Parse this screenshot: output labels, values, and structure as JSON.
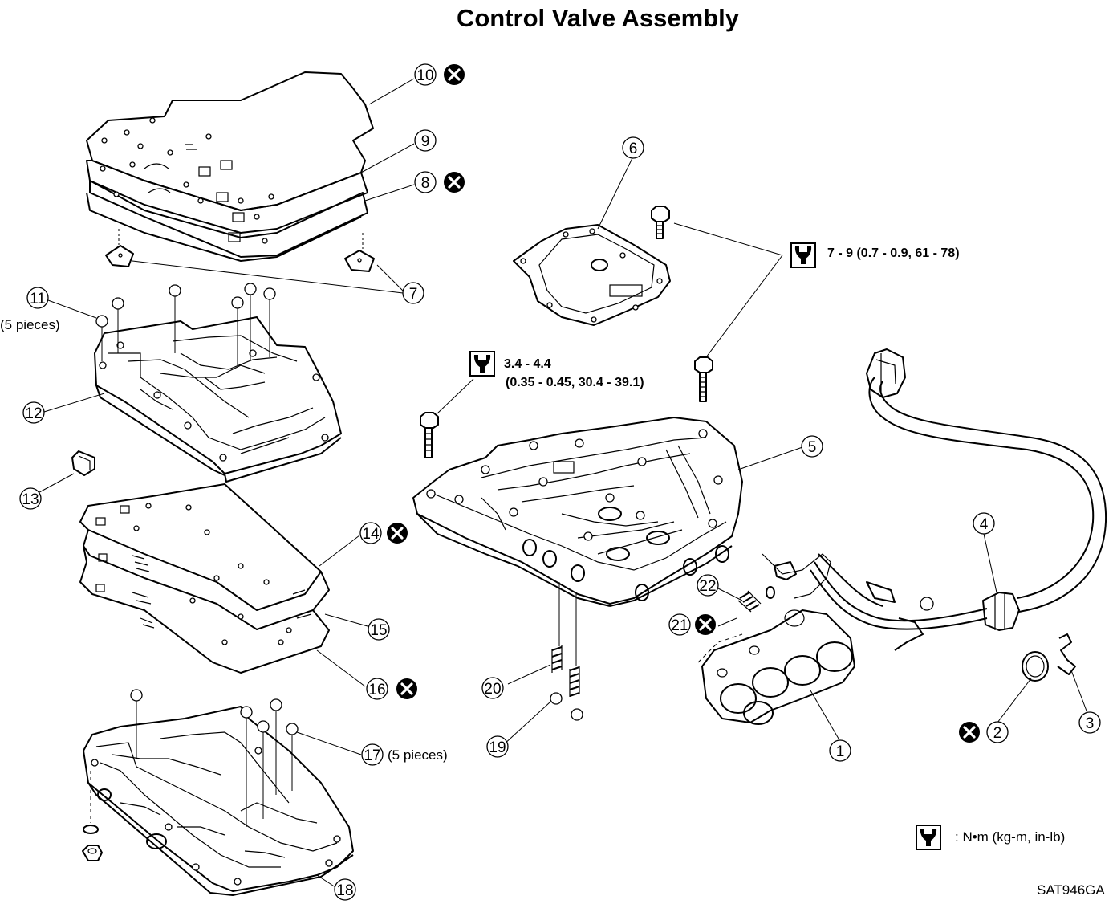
{
  "title": "Control Valve Assembly",
  "callouts": [
    {
      "id": "c1",
      "label": "1"
    },
    {
      "id": "c2",
      "label": "2"
    },
    {
      "id": "c3",
      "label": "3"
    },
    {
      "id": "c4",
      "label": "4"
    },
    {
      "id": "c5",
      "label": "5"
    },
    {
      "id": "c6",
      "label": "6"
    },
    {
      "id": "c7",
      "label": "7"
    },
    {
      "id": "c8",
      "label": "8"
    },
    {
      "id": "c9",
      "label": "9"
    },
    {
      "id": "c10",
      "label": "10"
    },
    {
      "id": "c11",
      "label": "11"
    },
    {
      "id": "c12",
      "label": "12"
    },
    {
      "id": "c13",
      "label": "13"
    },
    {
      "id": "c14",
      "label": "14"
    },
    {
      "id": "c15",
      "label": "15"
    },
    {
      "id": "c16",
      "label": "16"
    },
    {
      "id": "c17",
      "label": "17"
    },
    {
      "id": "c18",
      "label": "18"
    },
    {
      "id": "c19",
      "label": "19"
    },
    {
      "id": "c20",
      "label": "20"
    },
    {
      "id": "c21",
      "label": "21"
    },
    {
      "id": "c22",
      "label": "22"
    }
  ],
  "notes": {
    "pieces_11": "(5 pieces)",
    "pieces_17": "(5 pieces)"
  },
  "torque_specs": {
    "upper_bolt": "7 - 9 (0.7 - 0.9, 61 - 78)",
    "lower_bolt_line1": "3.4 - 4.4",
    "lower_bolt_line2": "(0.35 - 0.45, 30.4 - 39.1)"
  },
  "legend": {
    "torque_units": ": N•m (kg-m, in-lb)"
  },
  "figure_code": "SAT946GA",
  "icons": [
    "torque-wrench-icon",
    "replace-part-x-icon"
  ]
}
